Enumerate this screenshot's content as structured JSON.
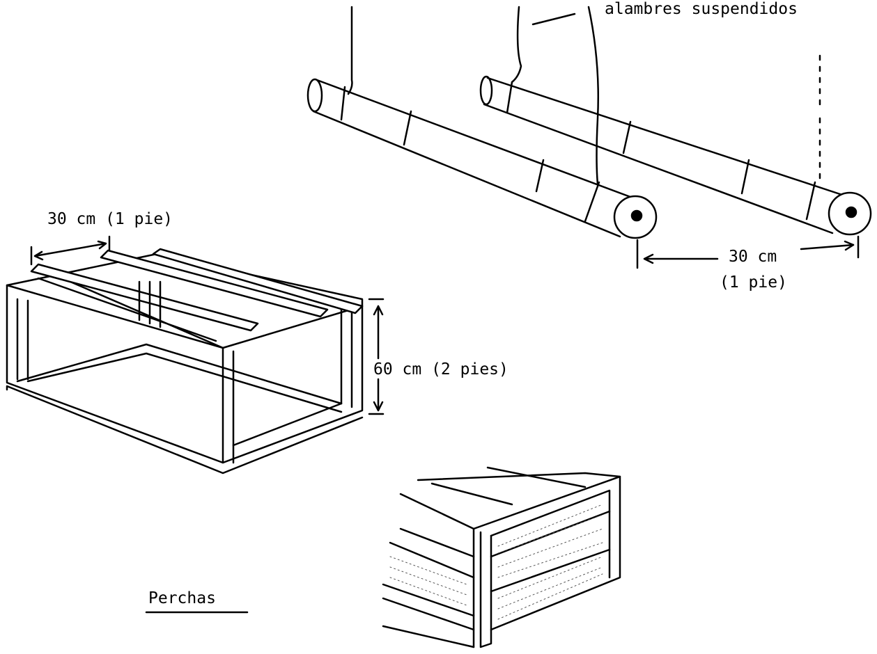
{
  "labels": {
    "wires": "alambres  suspendidos",
    "perch_spacing_line1": "30 cm",
    "perch_spacing_line2": "(1 pie)",
    "frame_width": "30 cm (1 pie)",
    "frame_height": "60 cm (2 pies)",
    "caption": "Perchas"
  }
}
